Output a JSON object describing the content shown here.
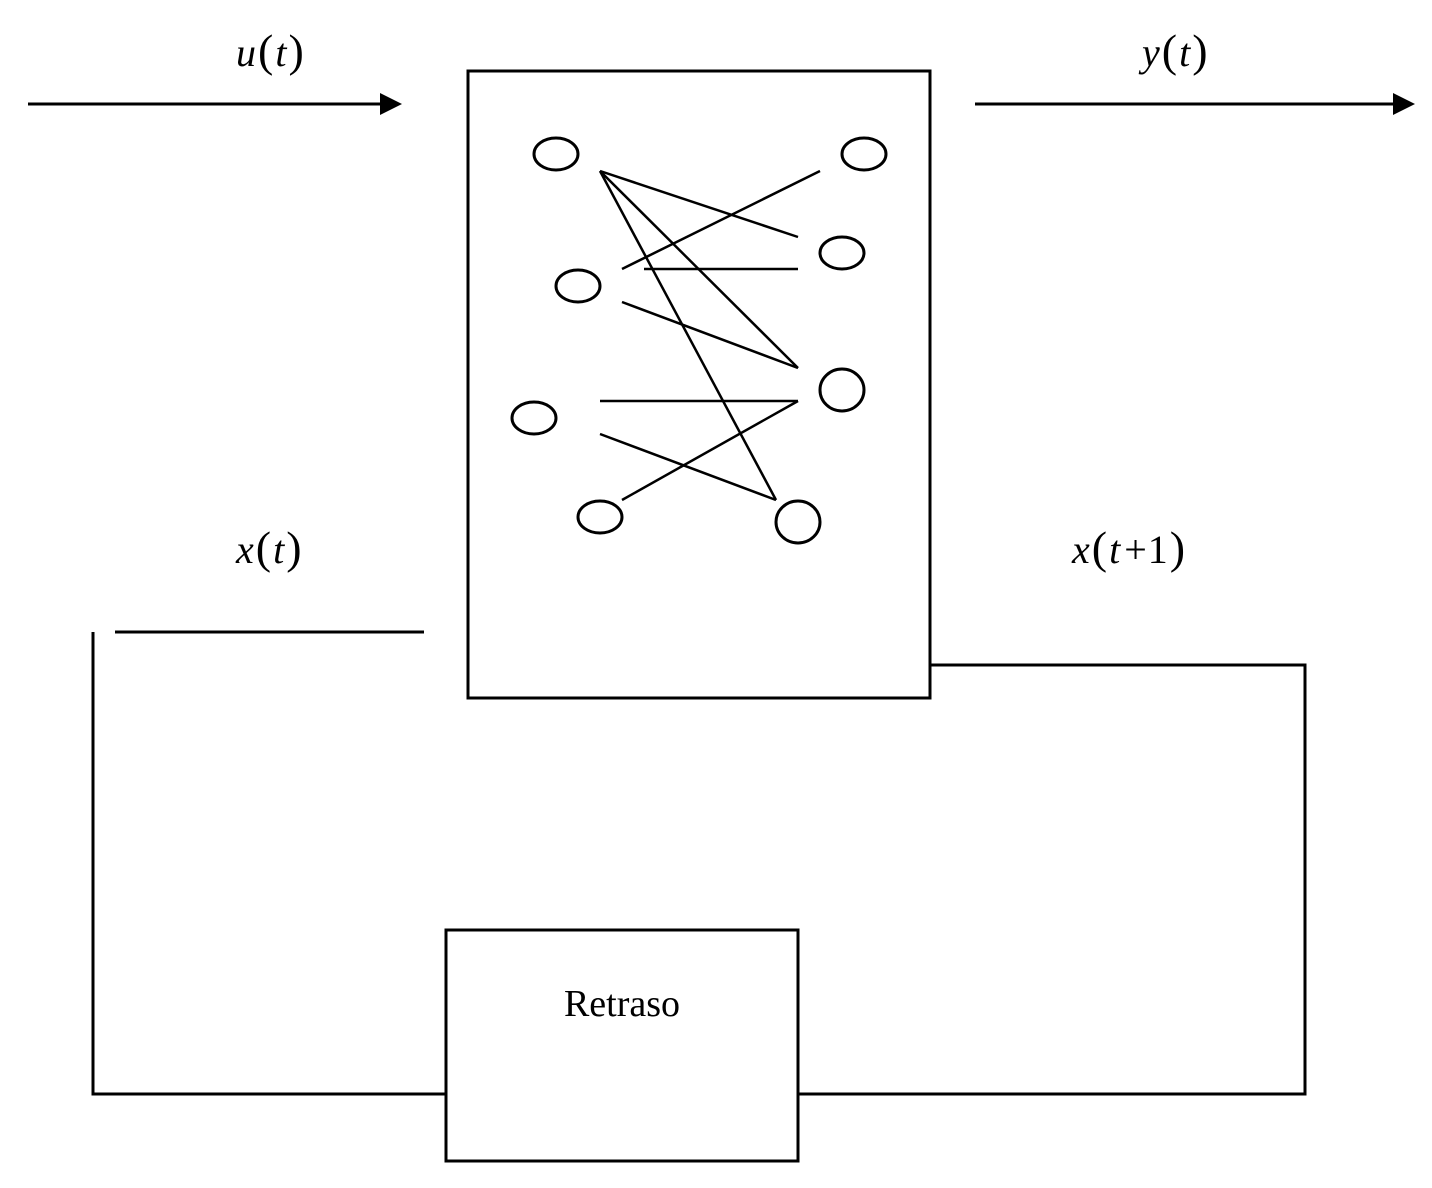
{
  "labels": {
    "input": {
      "var": "u",
      "arg": "t"
    },
    "output": {
      "var": "y",
      "arg": "t"
    },
    "state": {
      "var": "x",
      "arg": "t"
    },
    "next_state": {
      "var": "x",
      "arg": "t",
      "op": "+",
      "num": "1"
    },
    "delay_block": "Retraso"
  },
  "colors": {
    "stroke": "#000000",
    "background": "#ffffff"
  }
}
